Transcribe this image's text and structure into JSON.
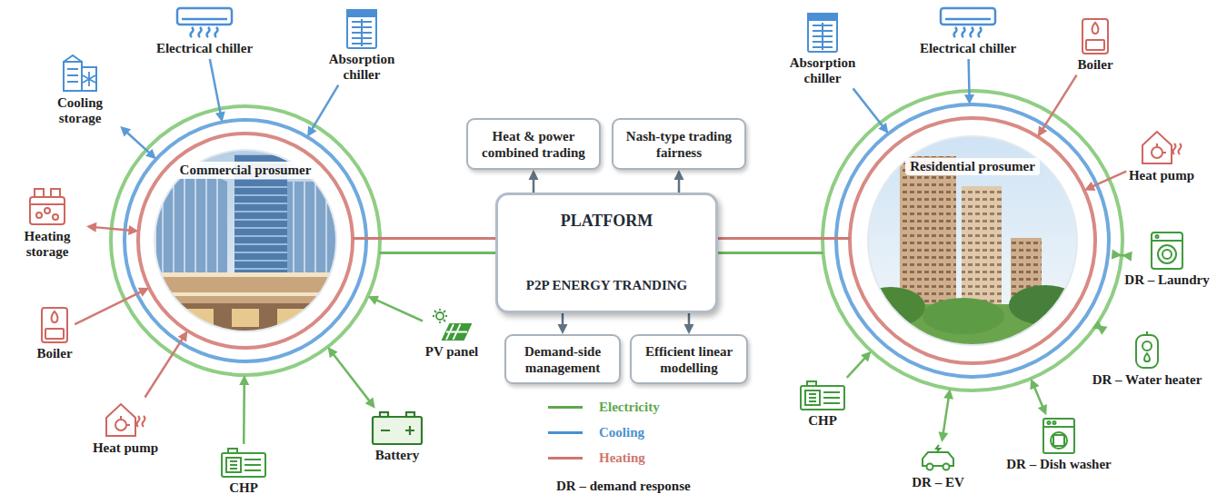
{
  "diagram": {
    "nodes": [
      {
        "text": [
          "Commercial prosumer"
        ]
      },
      {
        "text": [
          "Electrical chiller"
        ]
      },
      {
        "text": [
          "Absorption chiller"
        ]
      },
      {
        "text": [
          "Cooling storage"
        ]
      },
      {
        "text": [
          "Heating storage"
        ]
      },
      {
        "text": [
          "Boiler"
        ]
      },
      {
        "text": [
          "Heat pump"
        ]
      },
      {
        "text": [
          "CHP"
        ]
      },
      {
        "text": [
          "Battery"
        ]
      },
      {
        "text": [
          "PV panel"
        ]
      },
      {
        "text": [
          "PLATFORM",
          "P2P ENERGY TRANDING"
        ]
      },
      {
        "text": [
          "Heat & power combined trading"
        ]
      },
      {
        "text": [
          "Nash-type trading fairness"
        ]
      },
      {
        "text": [
          "Demand-side management"
        ]
      },
      {
        "text": [
          "Efficient linear modelling"
        ]
      },
      {
        "text": [
          "Residential prosumer"
        ]
      },
      {
        "text": [
          "Absorption chiller"
        ]
      },
      {
        "text": [
          "Electrical chiller"
        ]
      },
      {
        "text": [
          "Boiler"
        ]
      },
      {
        "text": [
          "Heat pump"
        ]
      },
      {
        "text": [
          "DR – Laundry"
        ]
      },
      {
        "text": [
          "DR – Water heater"
        ]
      },
      {
        "text": [
          "DR – Dish washer"
        ]
      },
      {
        "text": [
          "DR – EV"
        ]
      },
      {
        "text": [
          "CHP"
        ]
      }
    ],
    "edges": [
      {
        "from": 1,
        "to": 0,
        "arrow": "to"
      },
      {
        "from": 2,
        "to": 0,
        "arrow": "to"
      },
      {
        "from": 3,
        "to": 0,
        "arrow": "both"
      },
      {
        "from": 4,
        "to": 0,
        "arrow": "both"
      },
      {
        "from": 5,
        "to": 0,
        "arrow": "to"
      },
      {
        "from": 6,
        "to": 0,
        "arrow": "to"
      },
      {
        "from": 7,
        "to": 0,
        "arrow": "to"
      },
      {
        "from": 8,
        "to": 0,
        "arrow": "both"
      },
      {
        "from": 9,
        "to": 0,
        "arrow": "to"
      },
      {
        "from": 0,
        "to": 10,
        "arrow": "none"
      },
      {
        "from": 10,
        "to": 15,
        "arrow": "none"
      },
      {
        "from": 10,
        "to": 11,
        "arrow": "to"
      },
      {
        "from": 10,
        "to": 12,
        "arrow": "to"
      },
      {
        "from": 10,
        "to": 13,
        "arrow": "to"
      },
      {
        "from": 10,
        "to": 14,
        "arrow": "to"
      },
      {
        "from": 16,
        "to": 15,
        "arrow": "to"
      },
      {
        "from": 17,
        "to": 15,
        "arrow": "to"
      },
      {
        "from": 18,
        "to": 15,
        "arrow": "to"
      },
      {
        "from": 19,
        "to": 15,
        "arrow": "to"
      },
      {
        "from": 20,
        "to": 15,
        "arrow": "both"
      },
      {
        "from": 21,
        "to": 15,
        "arrow": "both"
      },
      {
        "from": 22,
        "to": 15,
        "arrow": "both"
      },
      {
        "from": 23,
        "to": 15,
        "arrow": "both"
      },
      {
        "from": 24,
        "to": 15,
        "arrow": "to"
      }
    ],
    "labels": [
      "DR – demand response"
    ],
    "legend": [
      {
        "text": "Electricity",
        "color": "#5ea84e"
      },
      {
        "text": "Cooling",
        "color": "#4a90d0"
      },
      {
        "text": "Heating",
        "color": "#d0766f"
      }
    ]
  }
}
